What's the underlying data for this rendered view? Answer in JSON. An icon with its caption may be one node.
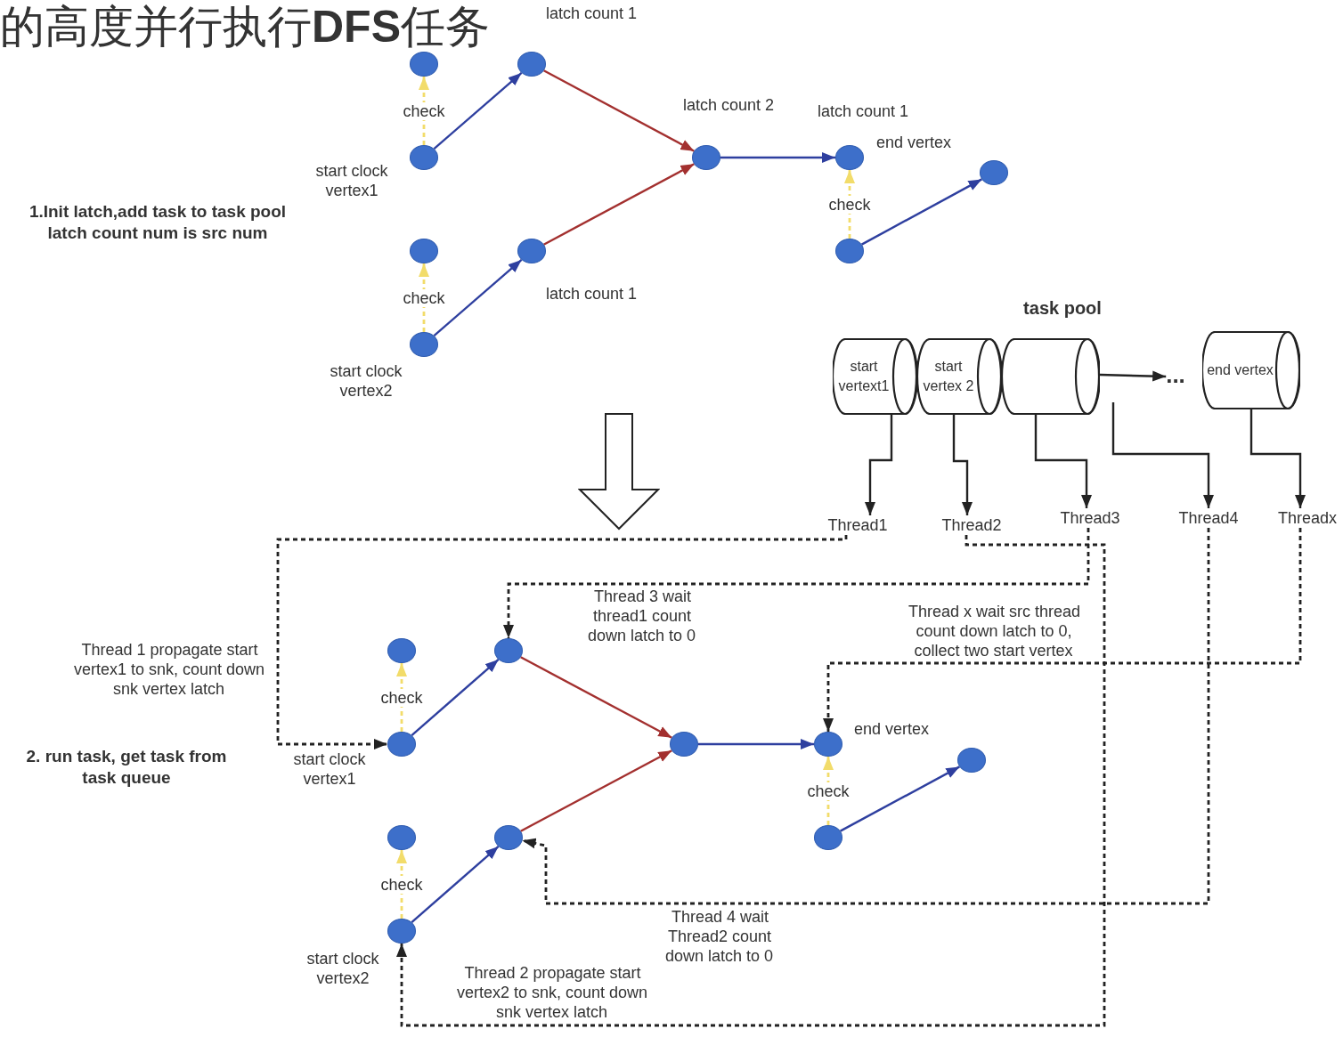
{
  "diagram": {
    "title": "的高度并行执行**DFS**任务",
    "nodes": [
      {
        "text": [],
        "shape": "circle"
      },
      {
        "text": [],
        "shape": "circle",
        "beside": [
          "latch count 1"
        ]
      },
      {
        "text": [],
        "shape": "circle",
        "beside": [
          "start clock vertex1"
        ]
      },
      {
        "text": [],
        "shape": "circle"
      },
      {
        "text": [],
        "shape": "circle",
        "beside": [
          "latch count 1"
        ]
      },
      {
        "text": [],
        "shape": "circle",
        "beside": [
          "start clock vertex2"
        ]
      },
      {
        "text": [],
        "shape": "circle",
        "beside": [
          "latch count 2"
        ]
      },
      {
        "text": [],
        "shape": "circle",
        "beside": [
          "latch count 1",
          "end vertex"
        ]
      },
      {
        "text": [],
        "shape": "circle"
      },
      {
        "text": [],
        "shape": "circle"
      },
      {
        "text": [
          "start vertext1"
        ]
      },
      {
        "text": [
          "start vertex 2"
        ]
      },
      {
        "text": [],
        "shape": "cylinder"
      },
      {
        "text": [
          "..."
        ]
      },
      {
        "text": [
          "end vertex"
        ]
      },
      {
        "text": [
          "Thread1"
        ]
      },
      {
        "text": [
          "Thread2"
        ]
      },
      {
        "text": [
          "Thread3"
        ]
      },
      {
        "text": [
          "Thread4"
        ]
      },
      {
        "text": [
          "Threadx"
        ]
      },
      {
        "text": [],
        "shape": "circle"
      },
      {
        "text": [],
        "shape": "circle"
      },
      {
        "text": [],
        "shape": "circle",
        "beside": [
          "start clock vertex1"
        ]
      },
      {
        "text": [],
        "shape": "circle"
      },
      {
        "text": [],
        "shape": "circle"
      },
      {
        "text": [],
        "shape": "circle",
        "beside": [
          "start clock vertex2"
        ]
      },
      {
        "text": [],
        "shape": "circle"
      },
      {
        "text": [],
        "shape": "circle",
        "beside": [
          "end vertex"
        ]
      },
      {
        "text": [],
        "shape": "circle"
      },
      {
        "text": [],
        "shape": "circle"
      }
    ],
    "edges": [
      {
        "from": 2,
        "to": 0,
        "arrow": "to",
        "label": "check",
        "style": "dashed",
        "color": "#f2dc6a"
      },
      {
        "from": 2,
        "to": 1,
        "arrow": "to",
        "color": "#2e3f9f"
      },
      {
        "from": 1,
        "to": 6,
        "arrow": "to",
        "color": "#a3302f"
      },
      {
        "from": 5,
        "to": 3,
        "arrow": "to",
        "label": "check",
        "style": "dashed",
        "color": "#f2dc6a"
      },
      {
        "from": 5,
        "to": 4,
        "arrow": "to",
        "color": "#2e3f9f"
      },
      {
        "from": 4,
        "to": 6,
        "arrow": "to",
        "color": "#a3302f"
      },
      {
        "from": 6,
        "to": 7,
        "arrow": "to",
        "color": "#2e3f9f"
      },
      {
        "from": 9,
        "to": 7,
        "arrow": "to",
        "label": "check",
        "style": "dashed",
        "color": "#f2dc6a"
      },
      {
        "from": 9,
        "to": 8,
        "arrow": "to",
        "color": "#2e3f9f"
      },
      {
        "from": 10,
        "to": 15,
        "arrow": "to"
      },
      {
        "from": 11,
        "to": 16,
        "arrow": "to"
      },
      {
        "from": 12,
        "to": 17,
        "arrow": "to"
      },
      {
        "from": null,
        "to": 18,
        "arrow": "to"
      },
      {
        "from": 14,
        "to": 19,
        "arrow": "to"
      },
      {
        "from": 12,
        "to": 13,
        "arrow": "to"
      },
      {
        "from": 15,
        "to": 22,
        "arrow": "to",
        "label": "Thread 1 propagate start vertex1 to snk, count down snk vertex latch",
        "style": "dashed"
      },
      {
        "from": 16,
        "to": 25,
        "arrow": "to",
        "label": "Thread 2 propagate start vertex2 to snk, count down snk vertex latch",
        "style": "dashed"
      },
      {
        "from": 17,
        "to": 21,
        "arrow": "to",
        "label": "Thread 3 wait thread1 count down latch to 0",
        "style": "dashed"
      },
      {
        "from": 18,
        "to": 24,
        "arrow": "to",
        "label": "Thread 4 wait Thread2 count down latch to 0",
        "style": "dashed"
      },
      {
        "from": 19,
        "to": 27,
        "arrow": "to",
        "label": "Thread x wait src thread count down latch to 0, collect two start vertex",
        "style": "dashed"
      },
      {
        "from": 22,
        "to": 20,
        "arrow": "to",
        "label": "check",
        "style": "dashed",
        "color": "#f2dc6a"
      },
      {
        "from": 22,
        "to": 21,
        "arrow": "to",
        "color": "#2e3f9f"
      },
      {
        "from": 21,
        "to": 26,
        "arrow": "to",
        "color": "#a3302f"
      },
      {
        "from": 25,
        "to": 23,
        "arrow": "to",
        "label": "check",
        "style": "dashed",
        "color": "#f2dc6a"
      },
      {
        "from": 25,
        "to": 24,
        "arrow": "to",
        "color": "#2e3f9f"
      },
      {
        "from": 24,
        "to": 26,
        "arrow": "to",
        "color": "#a3302f"
      },
      {
        "from": 26,
        "to": 27,
        "arrow": "to",
        "color": "#2e3f9f"
      },
      {
        "from": 29,
        "to": 27,
        "arrow": "to",
        "label": "check",
        "style": "dashed",
        "color": "#f2dc6a"
      },
      {
        "from": 29,
        "to": 28,
        "arrow": "to",
        "color": "#2e3f9f"
      }
    ],
    "labels": [
      "1.Init latch,add task to task pool latch count num is src num",
      "task pool",
      "2. run task, get task from task queue"
    ]
  }
}
